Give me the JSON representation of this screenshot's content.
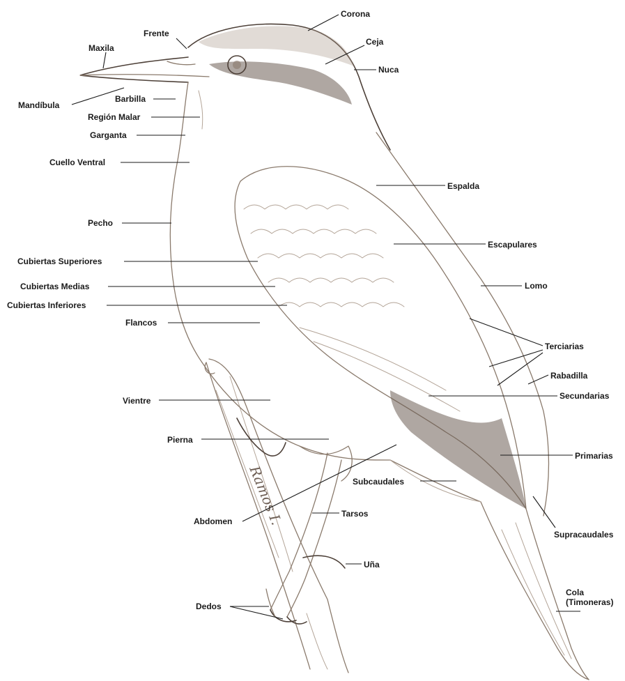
{
  "labels": {
    "corona": "Corona",
    "frente": "Frente",
    "maxila": "Maxila",
    "ceja": "Ceja",
    "nuca": "Nuca",
    "mandibula": "Mandíbula",
    "barbilla": "Barbilla",
    "region_malar": "Región Malar",
    "garganta": "Garganta",
    "cuello_ventral": "Cuello Ventral",
    "espalda": "Espalda",
    "pecho": "Pecho",
    "escapulares": "Escapulares",
    "cubiertas_superiores": "Cubiertas Superiores",
    "cubiertas_medias": "Cubiertas Medias",
    "lomo": "Lomo",
    "cubiertas_inferiores": "Cubiertas Inferiores",
    "flancos": "Flancos",
    "terciarias": "Terciarias",
    "rabadilla": "Rabadilla",
    "vientre": "Vientre",
    "secundarias": "Secundarias",
    "pierna": "Pierna",
    "primarias": "Primarias",
    "subcaudales": "Subcaudales",
    "tarsos": "Tarsos",
    "abdomen": "Abdomen",
    "supracaudales": "Supracaudales",
    "una": "Uña",
    "cola": "Cola\n(Timoneras)",
    "dedos": "Dedos"
  },
  "signature": "Ramos I."
}
